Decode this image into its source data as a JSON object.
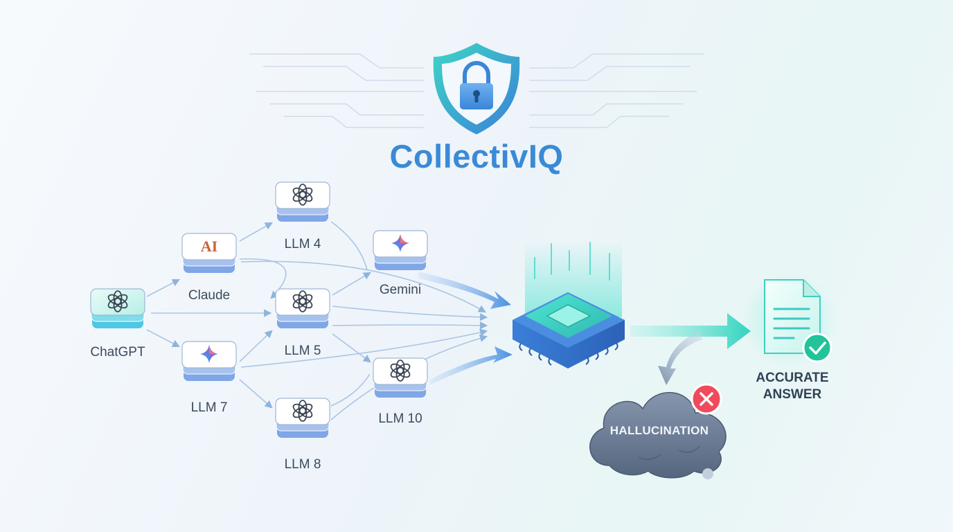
{
  "title": "CollectivIQ",
  "nodes": [
    {
      "id": "chatgpt",
      "label": "ChatGPT",
      "icon": "openai-icon"
    },
    {
      "id": "claude",
      "label": "Claude",
      "icon": "anthropic-icon"
    },
    {
      "id": "llm4",
      "label": "LLM 4",
      "icon": "openai-icon"
    },
    {
      "id": "llm5",
      "label": "LLM 5",
      "icon": "openai-icon"
    },
    {
      "id": "llm7",
      "label": "LLM 7",
      "icon": "gemini-sparkle-icon"
    },
    {
      "id": "llm8",
      "label": "LLM 8",
      "icon": "openai-icon"
    },
    {
      "id": "gemini",
      "label": "Gemini",
      "icon": "gemini-sparkle-icon"
    },
    {
      "id": "llm10",
      "label": "LLM 10",
      "icon": "openai-icon"
    }
  ],
  "outputs": {
    "answer": "ACCURATE\nANSWER",
    "hallucination": "HALLUCINATION"
  },
  "colors": {
    "brand": "#3a8ad6",
    "teal": "#3fd8c8",
    "node_blue": "#7fa6e6",
    "reject": "#ef4b5c",
    "approve": "#22c39a"
  }
}
